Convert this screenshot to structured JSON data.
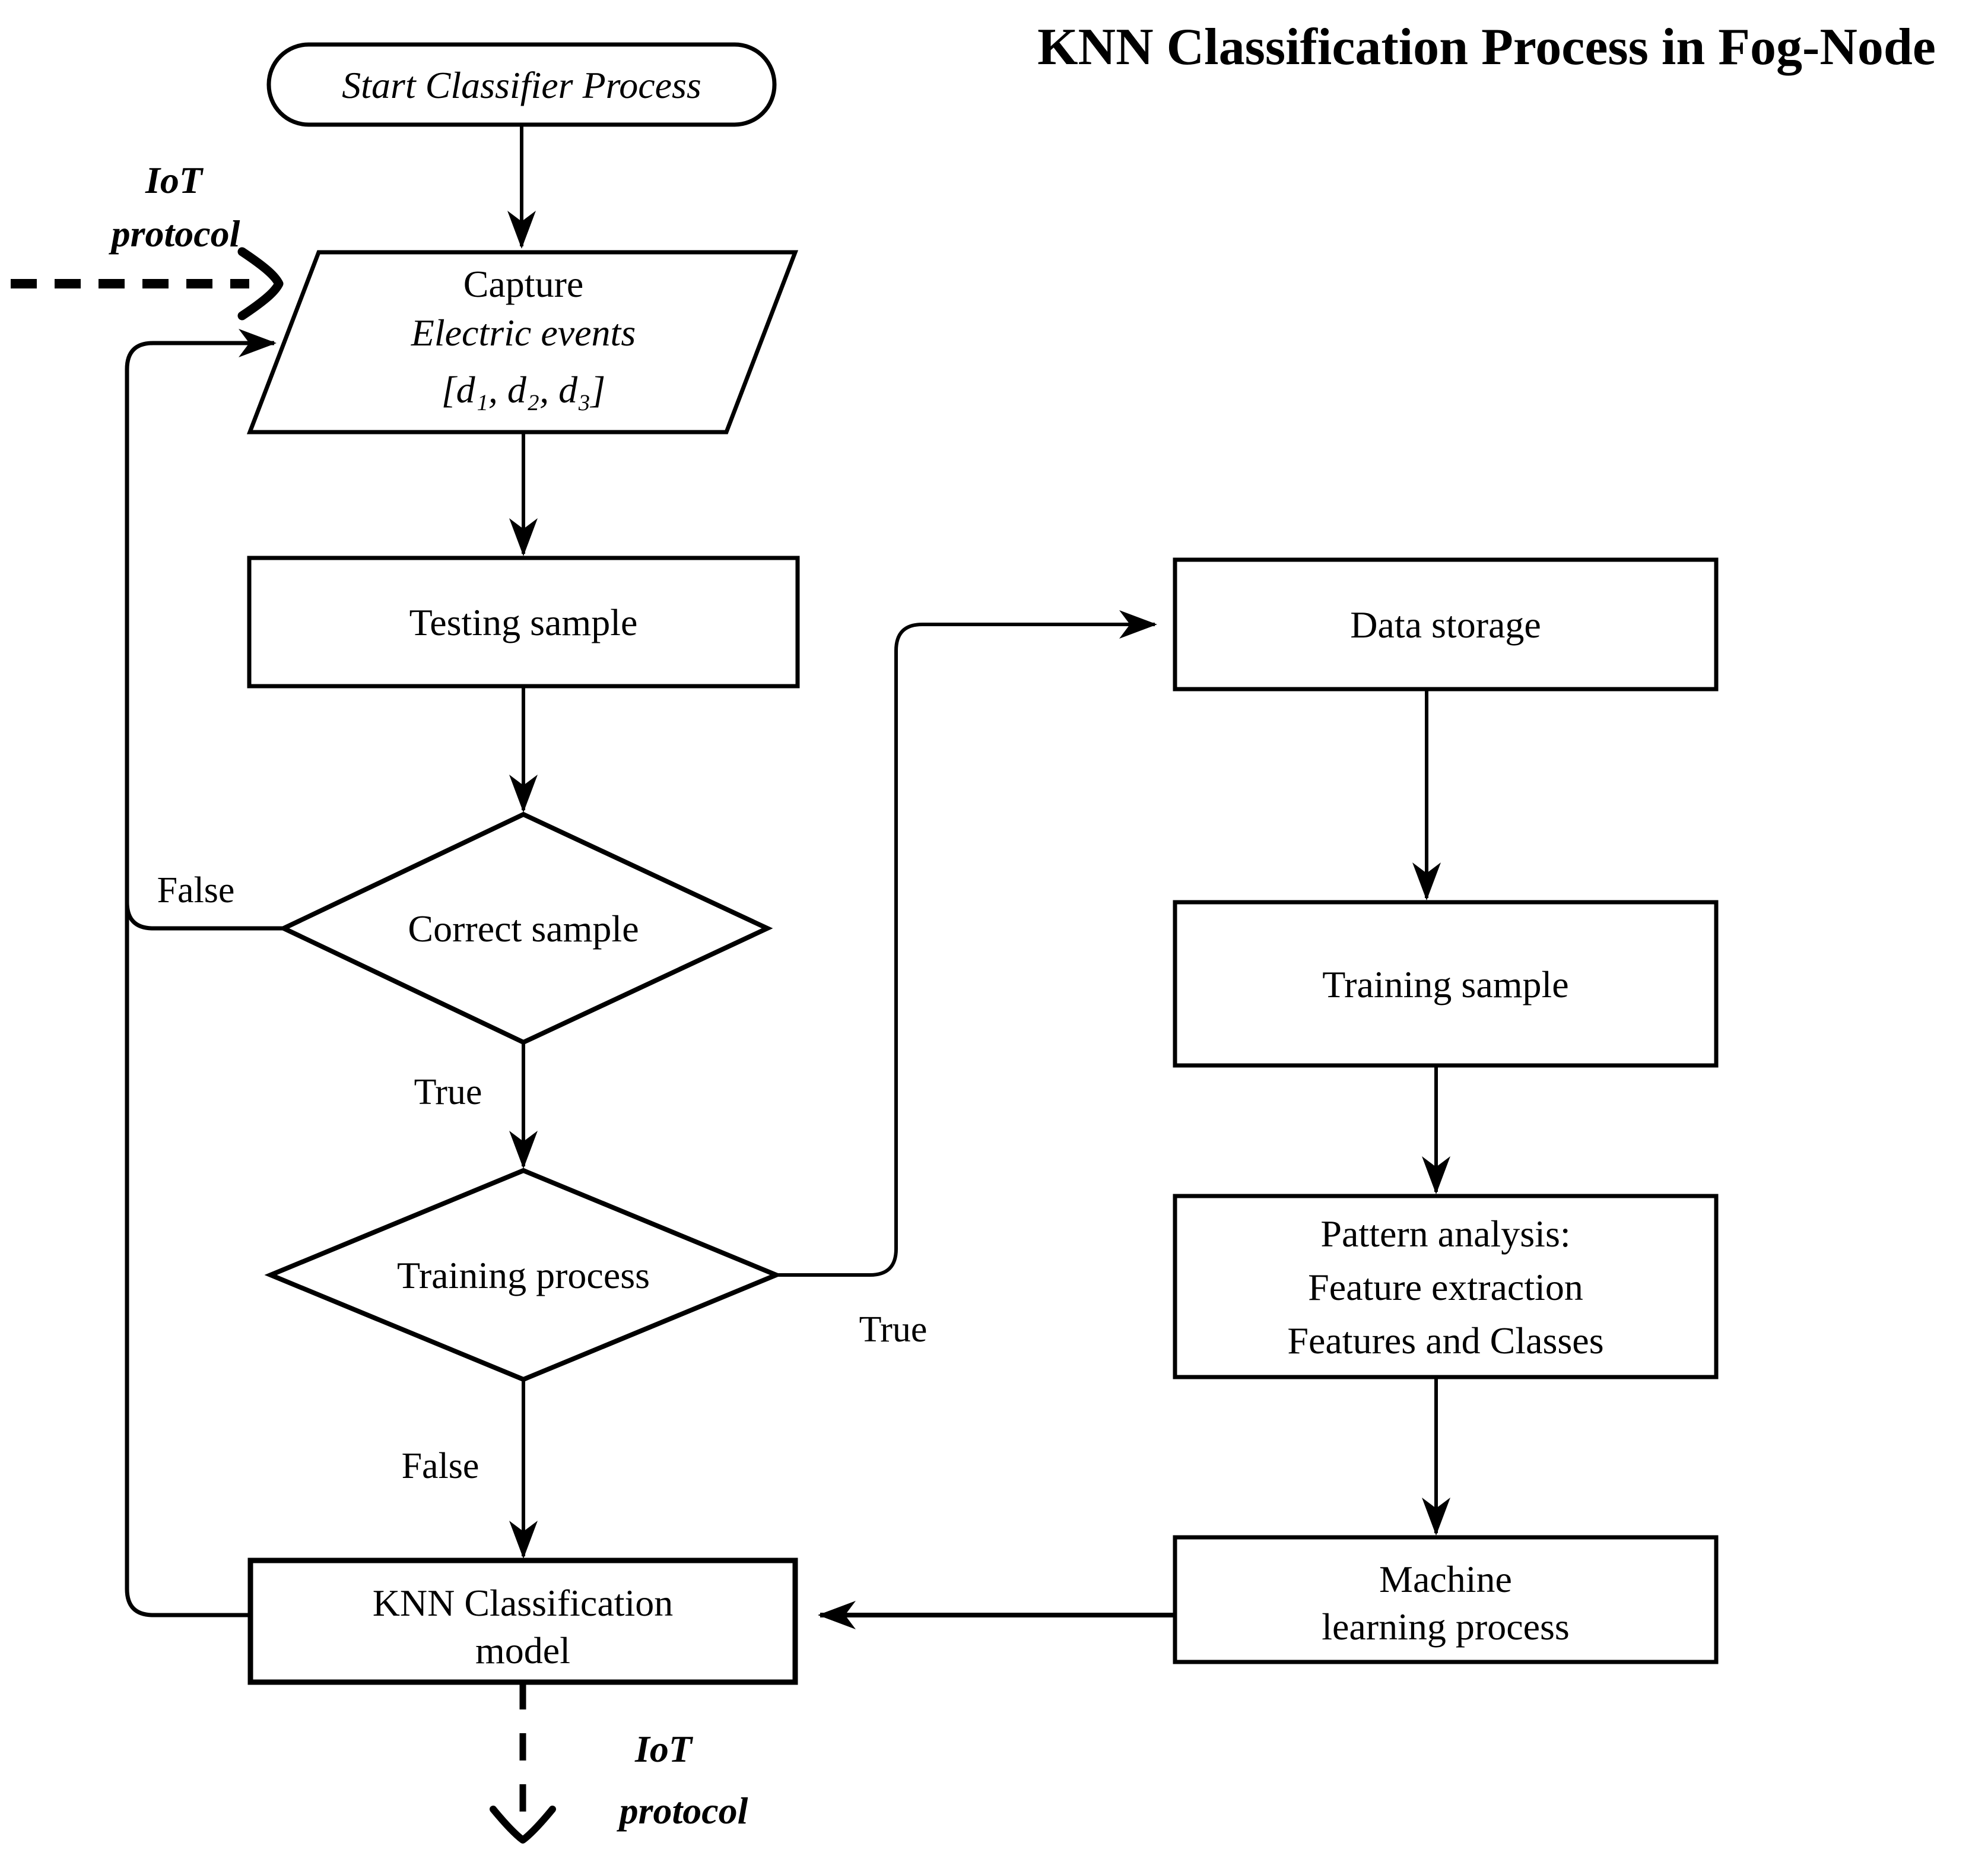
{
  "title": "KNN Classification Process in Fog-Node",
  "colors": {
    "ink": "#000000",
    "background": "#ffffff"
  },
  "nodes": {
    "start": {
      "label": "Start Classifier Process"
    },
    "capture": {
      "line1": "Capture",
      "line2": "Electric events",
      "line3": "[d₁, d₂, d₃]"
    },
    "testing_sample": {
      "label": "Testing sample"
    },
    "correct_sample": {
      "label": "Correct sample"
    },
    "training_process": {
      "label": "Training process"
    },
    "knn_model": {
      "line1": "KNN Classification",
      "line2": "model"
    },
    "data_storage": {
      "label": "Data storage"
    },
    "training_sample": {
      "label": "Training sample"
    },
    "pattern_analysis": {
      "line1": "Pattern analysis:",
      "line2": "Feature extraction",
      "line3": "Features and Classes"
    },
    "machine_learning": {
      "line1": "Machine",
      "line2": "learning process"
    }
  },
  "edge_labels": {
    "correct_false": "False",
    "correct_true": "True",
    "training_true": "True",
    "training_false": "False",
    "iot_in_line1": "IoT",
    "iot_in_line2": "protocol",
    "iot_out_line1": "IoT",
    "iot_out_line2": "protocol"
  }
}
